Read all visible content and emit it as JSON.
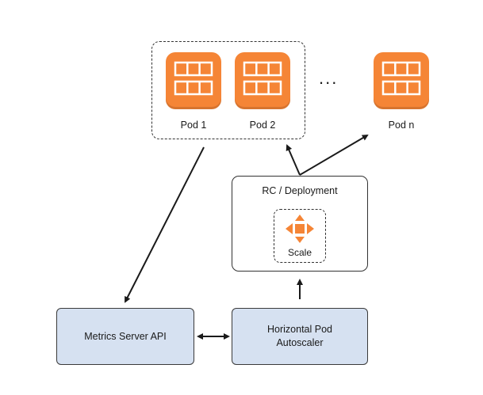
{
  "pods": {
    "pod1_label": "Pod 1",
    "pod2_label": "Pod 2",
    "podn_label": "Pod n",
    "ellipsis": "..."
  },
  "controller": {
    "title": "RC / Deployment",
    "scale_label": "Scale"
  },
  "metrics_server": {
    "label": "Metrics Server API"
  },
  "hpa": {
    "label_line1": "Horizontal Pod",
    "label_line2": "Autoscaler"
  },
  "colors": {
    "pod_orange": "#f58536",
    "box_blue": "#d6e1f1",
    "stroke": "#1a1a1a"
  }
}
